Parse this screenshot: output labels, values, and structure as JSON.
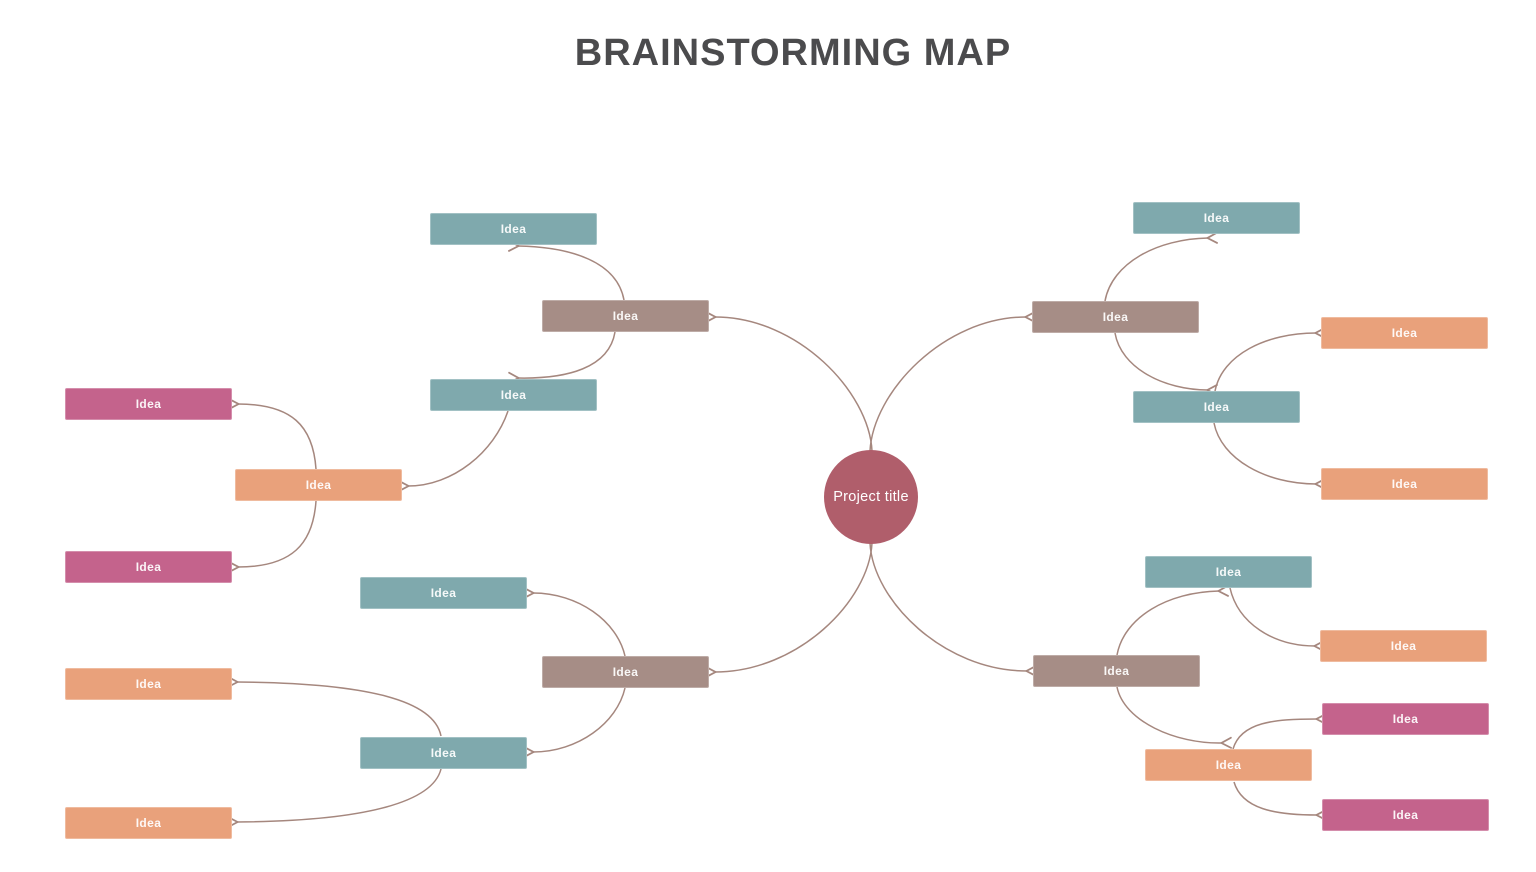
{
  "title": "BRAINSTORMING MAP",
  "center": {
    "id": "center",
    "label": "Project title"
  },
  "palette": {
    "teal": "#7fa9ad",
    "mauve": "#a68d86",
    "orange": "#e9a17b",
    "pink": "#c4638c",
    "center_circle": "#b05e6b",
    "connector": "#a5877e",
    "title_text": "#4b4b4d",
    "background": "#ffffff"
  },
  "nodes": [
    {
      "id": "ul_pink1",
      "label": "Idea",
      "color": "pink"
    },
    {
      "id": "ul_orange",
      "label": "Idea",
      "color": "orange"
    },
    {
      "id": "ul_pink2",
      "label": "Idea",
      "color": "pink"
    },
    {
      "id": "ul_teal1",
      "label": "Idea",
      "color": "teal"
    },
    {
      "id": "ul_mauve",
      "label": "Idea",
      "color": "mauve"
    },
    {
      "id": "ul_teal2",
      "label": "Idea",
      "color": "teal"
    },
    {
      "id": "bl_teal1",
      "label": "Idea",
      "color": "teal"
    },
    {
      "id": "bl_mauve",
      "label": "Idea",
      "color": "mauve"
    },
    {
      "id": "bl_teal2",
      "label": "Idea",
      "color": "teal"
    },
    {
      "id": "bl_orange1",
      "label": "Idea",
      "color": "orange"
    },
    {
      "id": "bl_orange2",
      "label": "Idea",
      "color": "orange"
    },
    {
      "id": "ur_teal1",
      "label": "Idea",
      "color": "teal"
    },
    {
      "id": "ur_mauve",
      "label": "Idea",
      "color": "mauve"
    },
    {
      "id": "ur_teal2",
      "label": "Idea",
      "color": "teal"
    },
    {
      "id": "ur_orange1",
      "label": "Idea",
      "color": "orange"
    },
    {
      "id": "ur_orange2",
      "label": "Idea",
      "color": "orange"
    },
    {
      "id": "br_teal1",
      "label": "Idea",
      "color": "teal"
    },
    {
      "id": "br_mauve",
      "label": "Idea",
      "color": "mauve"
    },
    {
      "id": "br_orangeR",
      "label": "Idea",
      "color": "orange"
    },
    {
      "id": "br_orangeM",
      "label": "Idea",
      "color": "orange"
    },
    {
      "id": "br_pink1",
      "label": "Idea",
      "color": "pink"
    },
    {
      "id": "br_pink2",
      "label": "Idea",
      "color": "pink"
    }
  ],
  "edges": [
    {
      "from": "center",
      "to": "ul_mauve"
    },
    {
      "from": "center",
      "to": "ur_mauve"
    },
    {
      "from": "center",
      "to": "bl_mauve"
    },
    {
      "from": "center",
      "to": "br_mauve"
    },
    {
      "from": "ul_mauve",
      "to": "ul_teal1"
    },
    {
      "from": "ul_mauve",
      "to": "ul_teal2"
    },
    {
      "from": "ul_teal2",
      "to": "ul_orange"
    },
    {
      "from": "ul_orange",
      "to": "ul_pink1"
    },
    {
      "from": "ul_orange",
      "to": "ul_pink2"
    },
    {
      "from": "bl_mauve",
      "to": "bl_teal1"
    },
    {
      "from": "bl_mauve",
      "to": "bl_teal2"
    },
    {
      "from": "bl_teal2",
      "to": "bl_orange1"
    },
    {
      "from": "bl_teal2",
      "to": "bl_orange2"
    },
    {
      "from": "ur_mauve",
      "to": "ur_teal1"
    },
    {
      "from": "ur_mauve",
      "to": "ur_teal2"
    },
    {
      "from": "ur_teal2",
      "to": "ur_orange1"
    },
    {
      "from": "ur_teal2",
      "to": "ur_orange2"
    },
    {
      "from": "br_mauve",
      "to": "br_teal1"
    },
    {
      "from": "br_teal1",
      "to": "br_orangeR"
    },
    {
      "from": "br_mauve",
      "to": "br_orangeM"
    },
    {
      "from": "br_orangeM",
      "to": "br_pink1"
    },
    {
      "from": "br_orangeM",
      "to": "br_pink2"
    }
  ]
}
